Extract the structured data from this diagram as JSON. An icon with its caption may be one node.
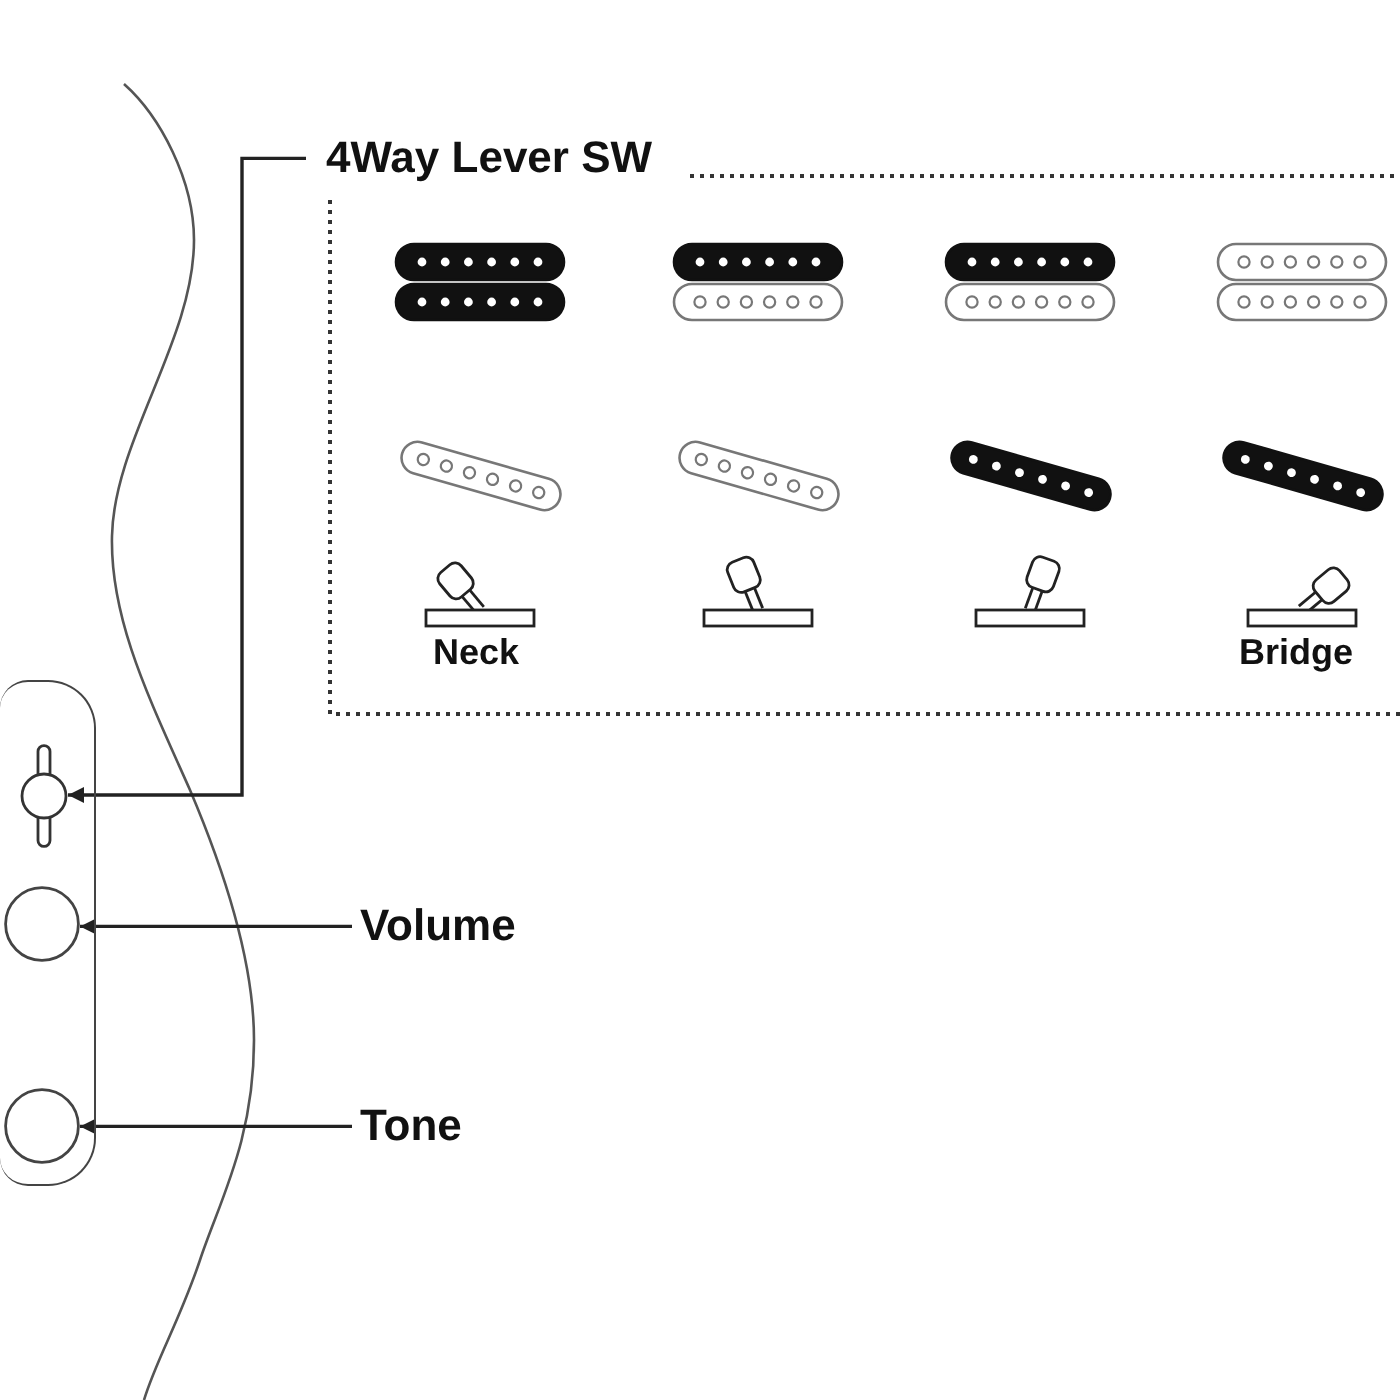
{
  "diagram": {
    "nodes": [
      {
        "text": [
          "4Way Lever SW"
        ]
      },
      {
        "text": [],
        "shape": "box"
      },
      {
        "text": [],
        "shape": "picture",
        "in": 1
      },
      {
        "text": [
          "Volume"
        ]
      },
      {
        "text": [],
        "shape": "circle",
        "in": 1
      },
      {
        "text": [
          "Tone"
        ]
      },
      {
        "text": [],
        "shape": "circle",
        "in": 1
      }
    ],
    "edges": [
      {
        "from": 0,
        "to": 2,
        "arrow": "to"
      },
      {
        "from": 3,
        "to": 4,
        "arrow": "to"
      },
      {
        "from": 5,
        "to": 6,
        "arrow": "to"
      }
    ],
    "labels": [
      "Neck",
      "Bridge"
    ]
  }
}
